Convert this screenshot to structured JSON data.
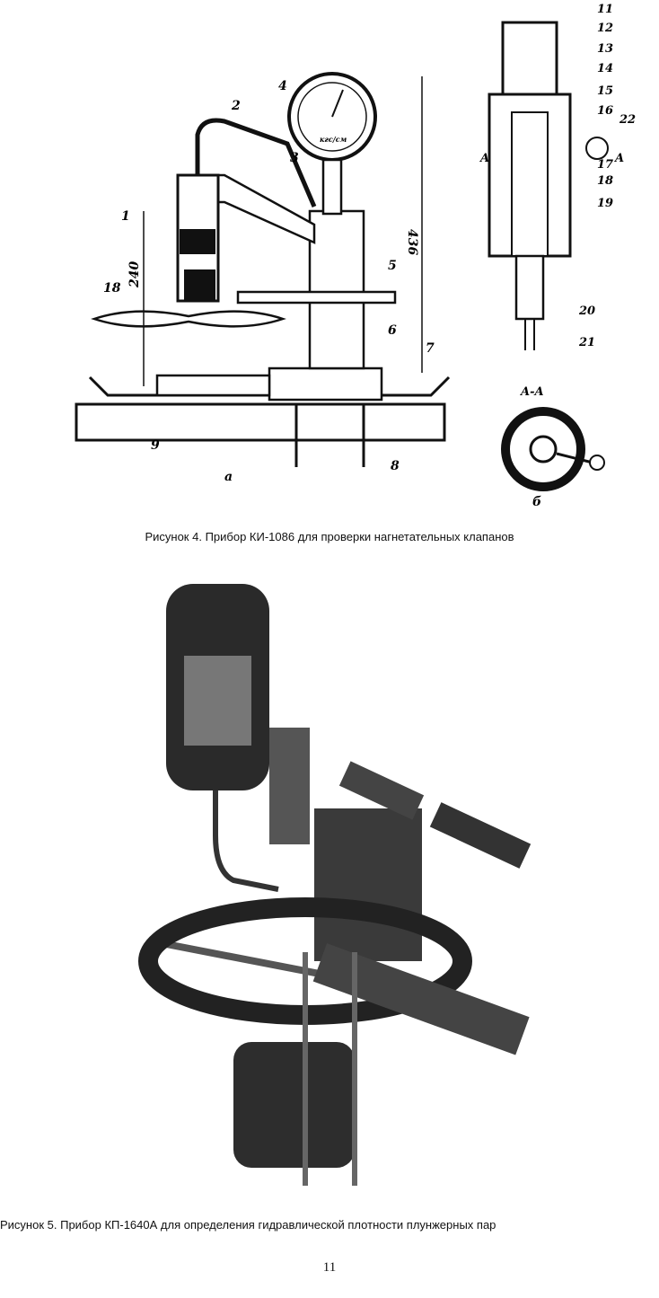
{
  "figure4": {
    "caption": "Рисунок 4. Прибор КИ-1086 для проверки нагнетательных клапанов",
    "callouts_a": [
      "1",
      "2",
      "3",
      "4",
      "5",
      "6",
      "7",
      "8",
      "9",
      "18"
    ],
    "callouts_b": [
      "11",
      "12",
      "13",
      "14",
      "15",
      "16",
      "17",
      "18",
      "19",
      "20",
      "21",
      "22"
    ],
    "dimension_240": "240",
    "dimension_436": "436",
    "gauge_unit": "кгс/см",
    "section_marks": [
      "A",
      "A"
    ],
    "section_title": "A-A",
    "sub_label_a": "а",
    "sub_label_b": "б"
  },
  "figure5": {
    "caption": "Рисунок 5. Прибор КП-1640А для определения гидравлической плотности плунжерных пар"
  },
  "page_number": "11"
}
